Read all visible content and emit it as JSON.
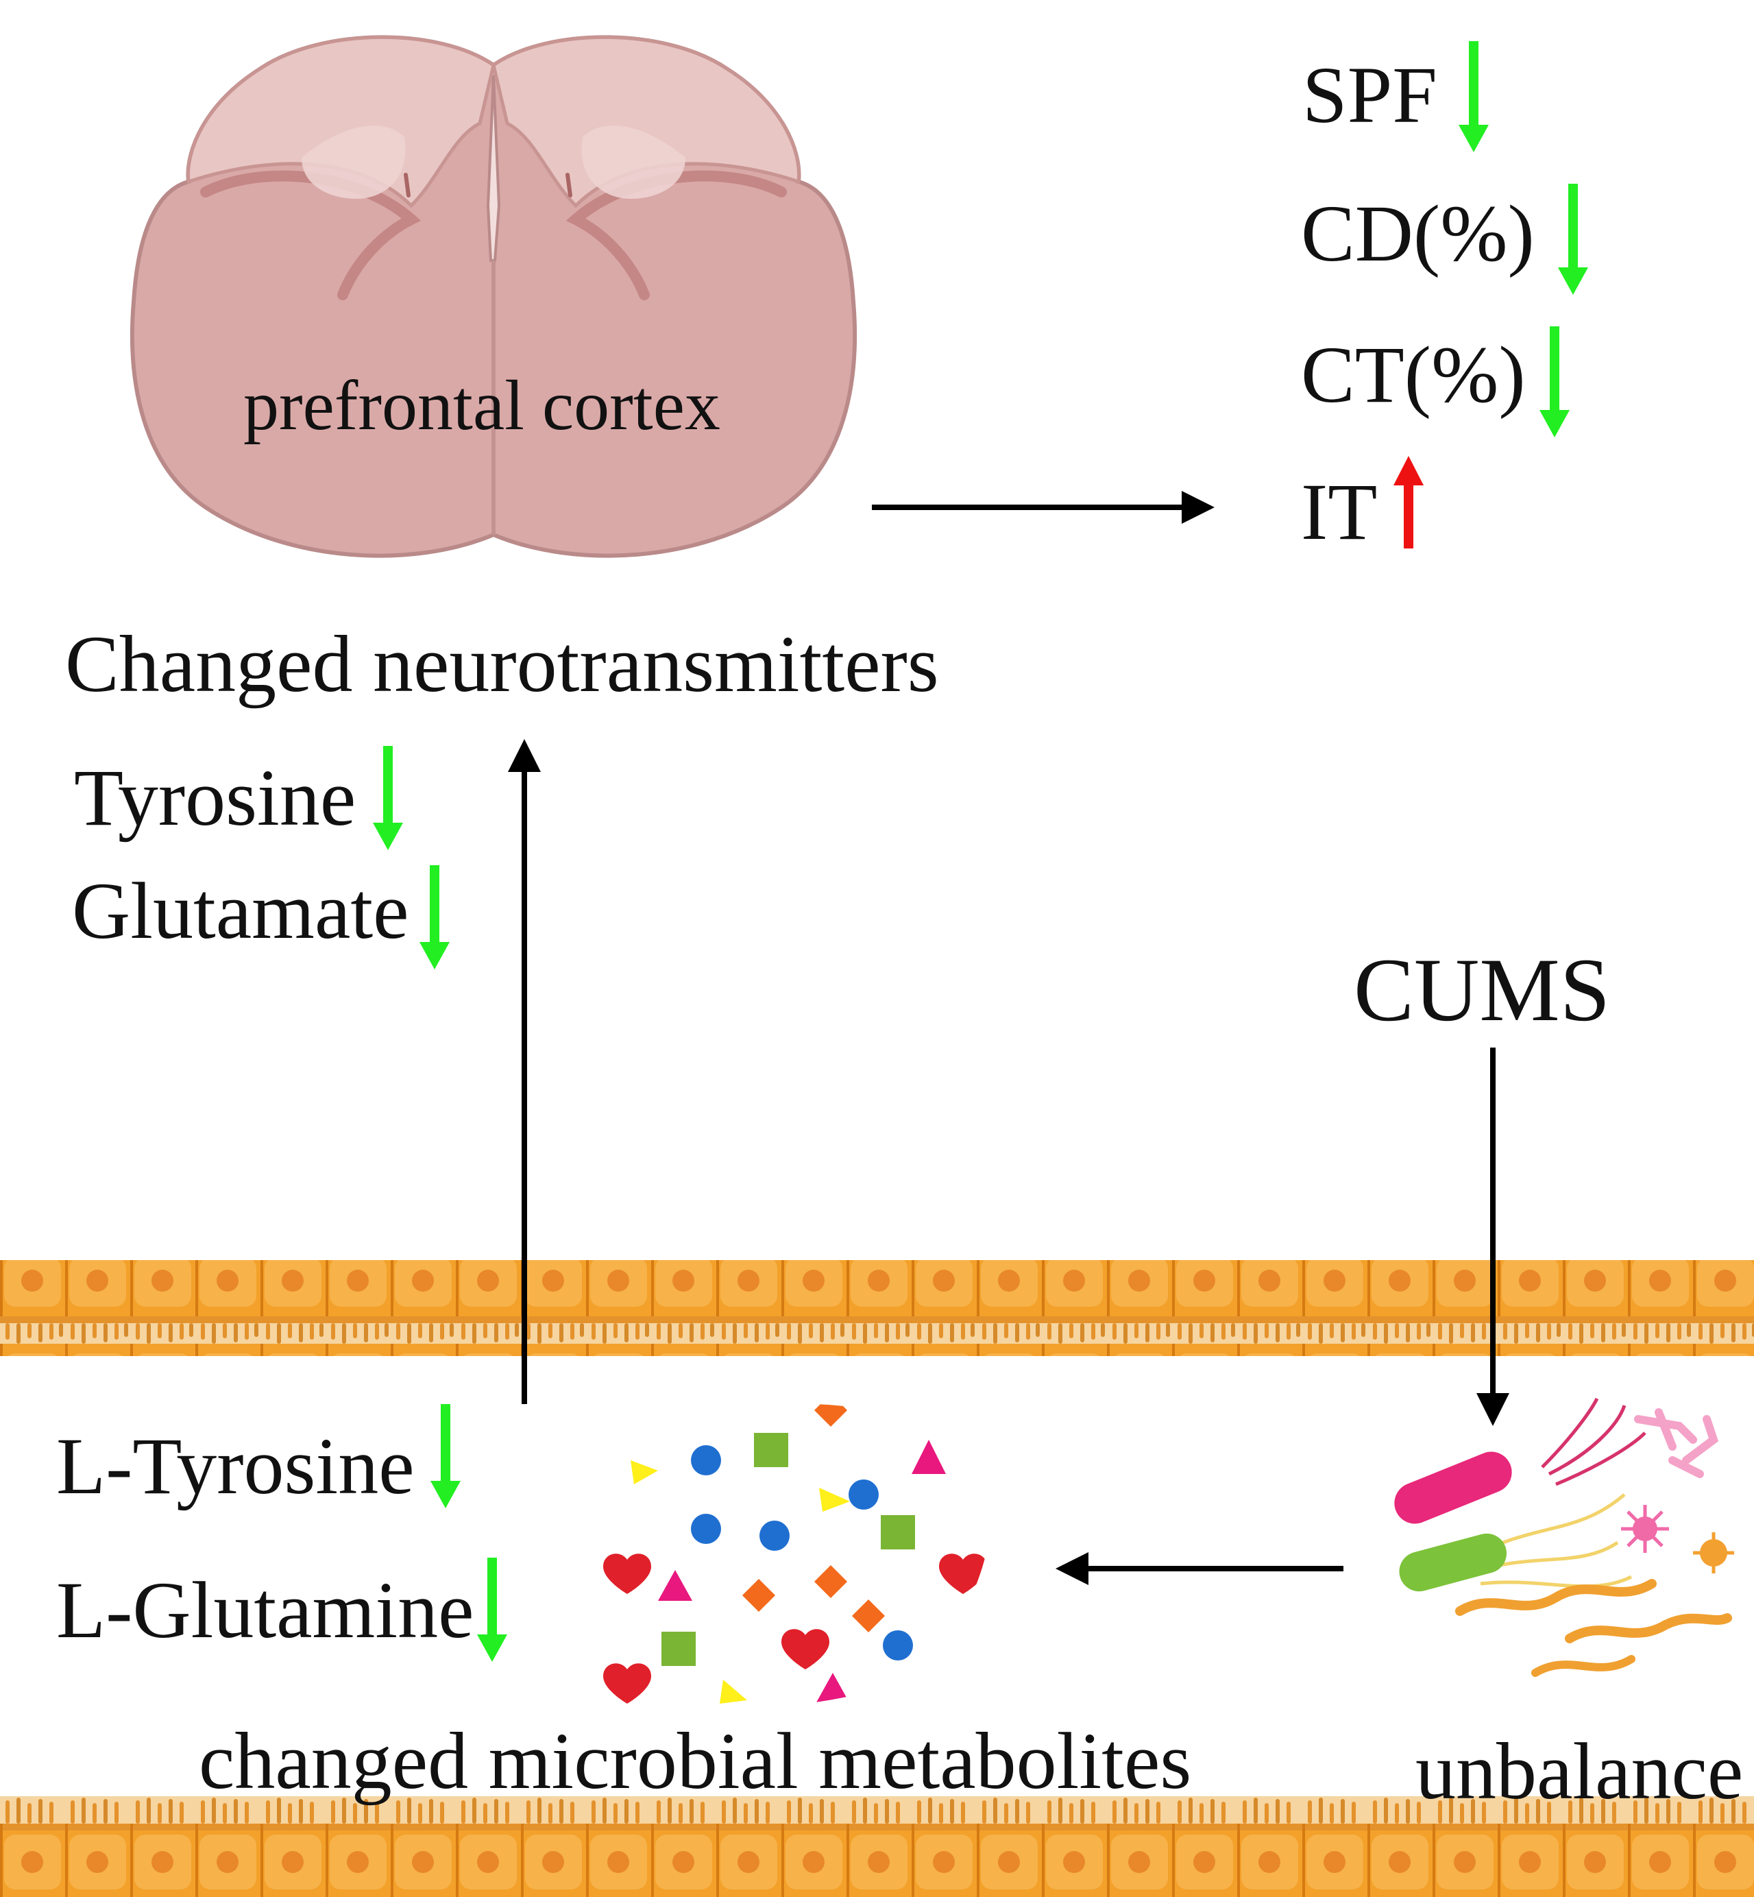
{
  "brain": {
    "label": "prefrontal cortex",
    "color": "#d9a9a8"
  },
  "neurotransmitters": {
    "heading": "Changed neurotransmitters",
    "items": [
      {
        "label": "Tyrosine",
        "trend": "down"
      },
      {
        "label": "Glutamate",
        "trend": "down"
      }
    ]
  },
  "behavior": {
    "items": [
      {
        "label": "SPF",
        "trend": "down"
      },
      {
        "label": "CD(%)",
        "trend": "down"
      },
      {
        "label": "CT(%)",
        "trend": "down"
      },
      {
        "label": "IT",
        "trend": "up"
      }
    ]
  },
  "stress": {
    "label": "CUMS"
  },
  "microbiota": {
    "label": "unbalance"
  },
  "metabolites": {
    "heading": "changed microbial metabolites",
    "items": [
      {
        "label": "L-Tyrosine",
        "trend": "down"
      },
      {
        "label": "L-Glutamine",
        "trend": "down"
      }
    ]
  },
  "colors": {
    "down_arrow": "#22ee22",
    "up_arrow": "#ee1111",
    "flow_arrow": "#000000",
    "intestinal_wall": "#f3a12a"
  }
}
